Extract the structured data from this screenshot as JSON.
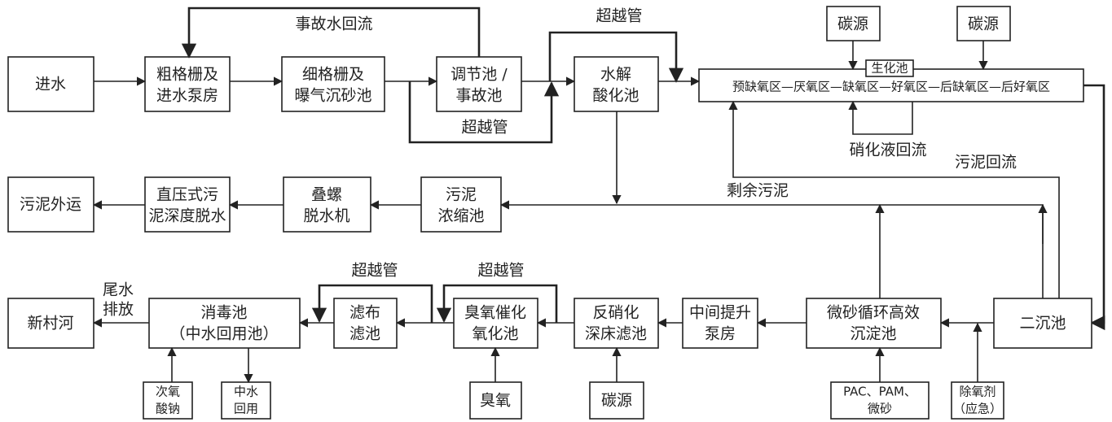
{
  "nodes": {
    "inlet": "进水",
    "coarse_screen": [
      "粗格栅及",
      "进水泵房"
    ],
    "fine_screen": [
      "细格栅及",
      "曝气沉砂池"
    ],
    "regulating_tank": [
      "调节池 /",
      "事故池"
    ],
    "hydrolysis": [
      "水解",
      "酸化池"
    ],
    "bio_tank_label": "生化池",
    "bio_zones": "预缺氧区—厌氧区—缺氧区—好氧区—后缺氧区—后好氧区",
    "carbon_source_1": "碳源",
    "carbon_source_2": "碳源",
    "sludge_thickener": [
      "污泥",
      "浓缩池"
    ],
    "screw_press": [
      "叠螺",
      "脱水机"
    ],
    "direct_press": [
      "直压式污",
      "泥深度脱水"
    ],
    "sludge_out": "污泥外运",
    "secondary_clarifier": "二沉池",
    "micro_sand": [
      "微砂循环高效",
      "沉淀池"
    ],
    "lift_pump": [
      "中间提升",
      "泵房"
    ],
    "denitrification_filter": [
      "反硝化",
      "深床滤池"
    ],
    "ozone_oxidation": [
      "臭氧催化",
      "氧化池"
    ],
    "cloth_filter": [
      "滤布",
      "滤池"
    ],
    "disinfection": [
      "消毒池",
      "（中水回用池）"
    ],
    "river": "新村河",
    "sodium_hypochlorite": [
      "次氧",
      "酸钠"
    ],
    "reclaimed_water": [
      "中水",
      "回用"
    ],
    "ozone": "臭氧",
    "carbon_source_3": "碳源",
    "pac_pam": [
      "PAC、PAM、",
      "微砂"
    ],
    "deoxidizer": [
      "除氧剂",
      "（应急）"
    ]
  },
  "labels": {
    "accident_return": "事故水回流",
    "bypass_1": "超越管",
    "bypass_2": "超越管",
    "nitrification_return": "硝化液回流",
    "sludge_return": "污泥回流",
    "excess_sludge": "剩余污泥",
    "bypass_3": "超越管",
    "bypass_4": "超越管",
    "effluent_discharge": [
      "尾水",
      "排放"
    ]
  }
}
